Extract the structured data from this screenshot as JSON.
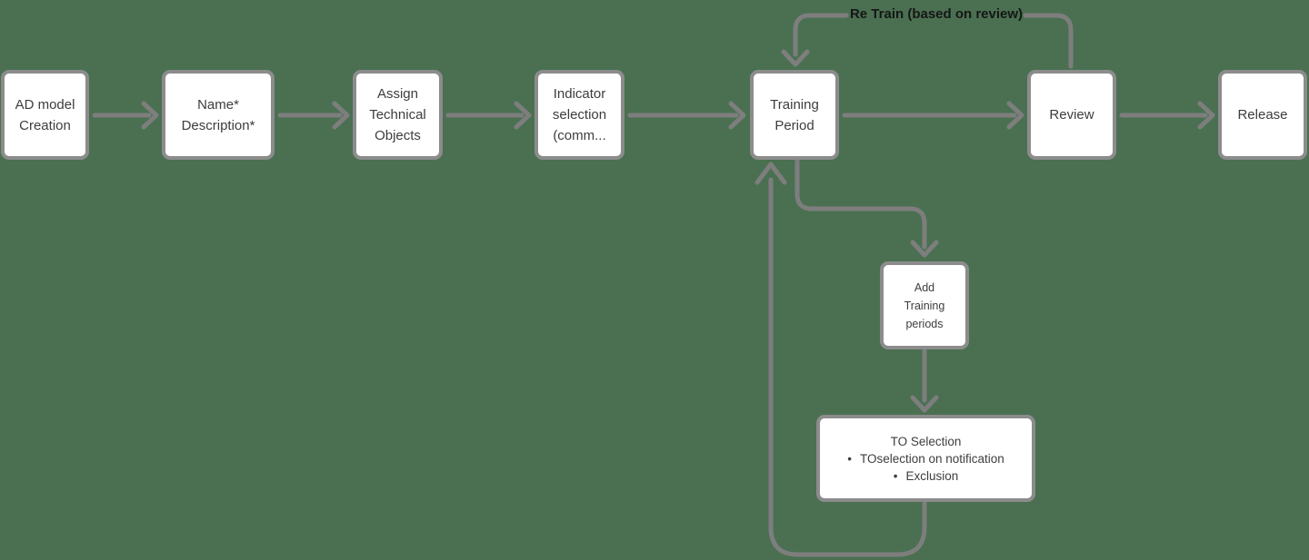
{
  "colors": {
    "background": "#4a7051",
    "connector": "#7e7e7e",
    "node_border": "#8c8c8c",
    "node_fill": "#ffffff",
    "node_text": "#3d3d3d",
    "edge_label_text": "#161616"
  },
  "flow": {
    "nodes": {
      "ad_model": {
        "label": "AD model\nCreation"
      },
      "name_description": {
        "label": "Name*\nDescription*"
      },
      "assign_technical_objects": {
        "label": "Assign\nTechnical\nObjects"
      },
      "indicator_selection": {
        "label": "Indicator\nselection\n(comm..."
      },
      "training_period": {
        "label": "Training\nPeriod"
      },
      "review": {
        "label": "Review"
      },
      "release": {
        "label": "Release"
      },
      "add_training_periods": {
        "label": "Add\nTraining\nperiods"
      },
      "to_selection": {
        "title": "TO Selection",
        "bullet_char": "•",
        "bullets": [
          "TOselection on notification",
          "Exclusion"
        ]
      }
    },
    "edge_labels": {
      "retrain": "Re Train (based on review)"
    },
    "edges": [
      {
        "from": "ad_model",
        "to": "name_description"
      },
      {
        "from": "name_description",
        "to": "assign_technical_objects"
      },
      {
        "from": "assign_technical_objects",
        "to": "indicator_selection"
      },
      {
        "from": "indicator_selection",
        "to": "training_period"
      },
      {
        "from": "training_period",
        "to": "review"
      },
      {
        "from": "review",
        "to": "release"
      },
      {
        "from": "review",
        "to": "training_period",
        "label": "Re Train (based on review)"
      },
      {
        "from": "training_period",
        "to": "add_training_periods"
      },
      {
        "from": "add_training_periods",
        "to": "to_selection"
      },
      {
        "from": "to_selection",
        "to": "training_period"
      }
    ]
  }
}
